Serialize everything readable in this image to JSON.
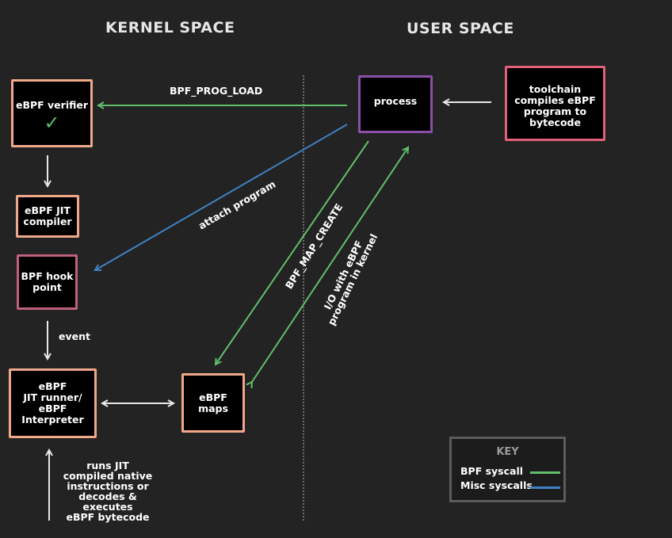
{
  "sections": {
    "kernel": "KERNEL SPACE",
    "user": "USER SPACE"
  },
  "boxes": {
    "verifier": "eBPF verifier",
    "jit_compiler": "eBPF JIT\ncompiler",
    "hook_point": "BPF hook\npoint",
    "jit_runner": "eBPF\nJIT runner/\neBPF\nInterpreter",
    "maps": "eBPF\nmaps",
    "process": "process",
    "toolchain": "toolchain\ncompiles eBPF\nprogram to\nbytecode"
  },
  "labels": {
    "prog_load": "BPF_PROG_LOAD",
    "attach": "attach program",
    "map_create": "BPF_MAP_CREATE",
    "io": "I/O with eBPF\nprogram in kernel",
    "event": "event",
    "runs_jit": "runs JIT\ncompiled native\ninstructions or\ndecodes & executes\neBPF bytecode"
  },
  "icons": {
    "verified": "✓"
  },
  "key": {
    "title": "KEY",
    "bpf_syscall": "BPF syscall",
    "misc_syscalls": "Misc syscalls"
  },
  "colors": {
    "bpf_syscall": "#5fbf6a",
    "misc_syscall": "#3f82c4",
    "kernel_box": "#f0a88a",
    "hook_box": "#c0607a",
    "process_box": "#8b4fa8",
    "toolchain_box": "#e0607a",
    "check": "#5fbf6a"
  }
}
